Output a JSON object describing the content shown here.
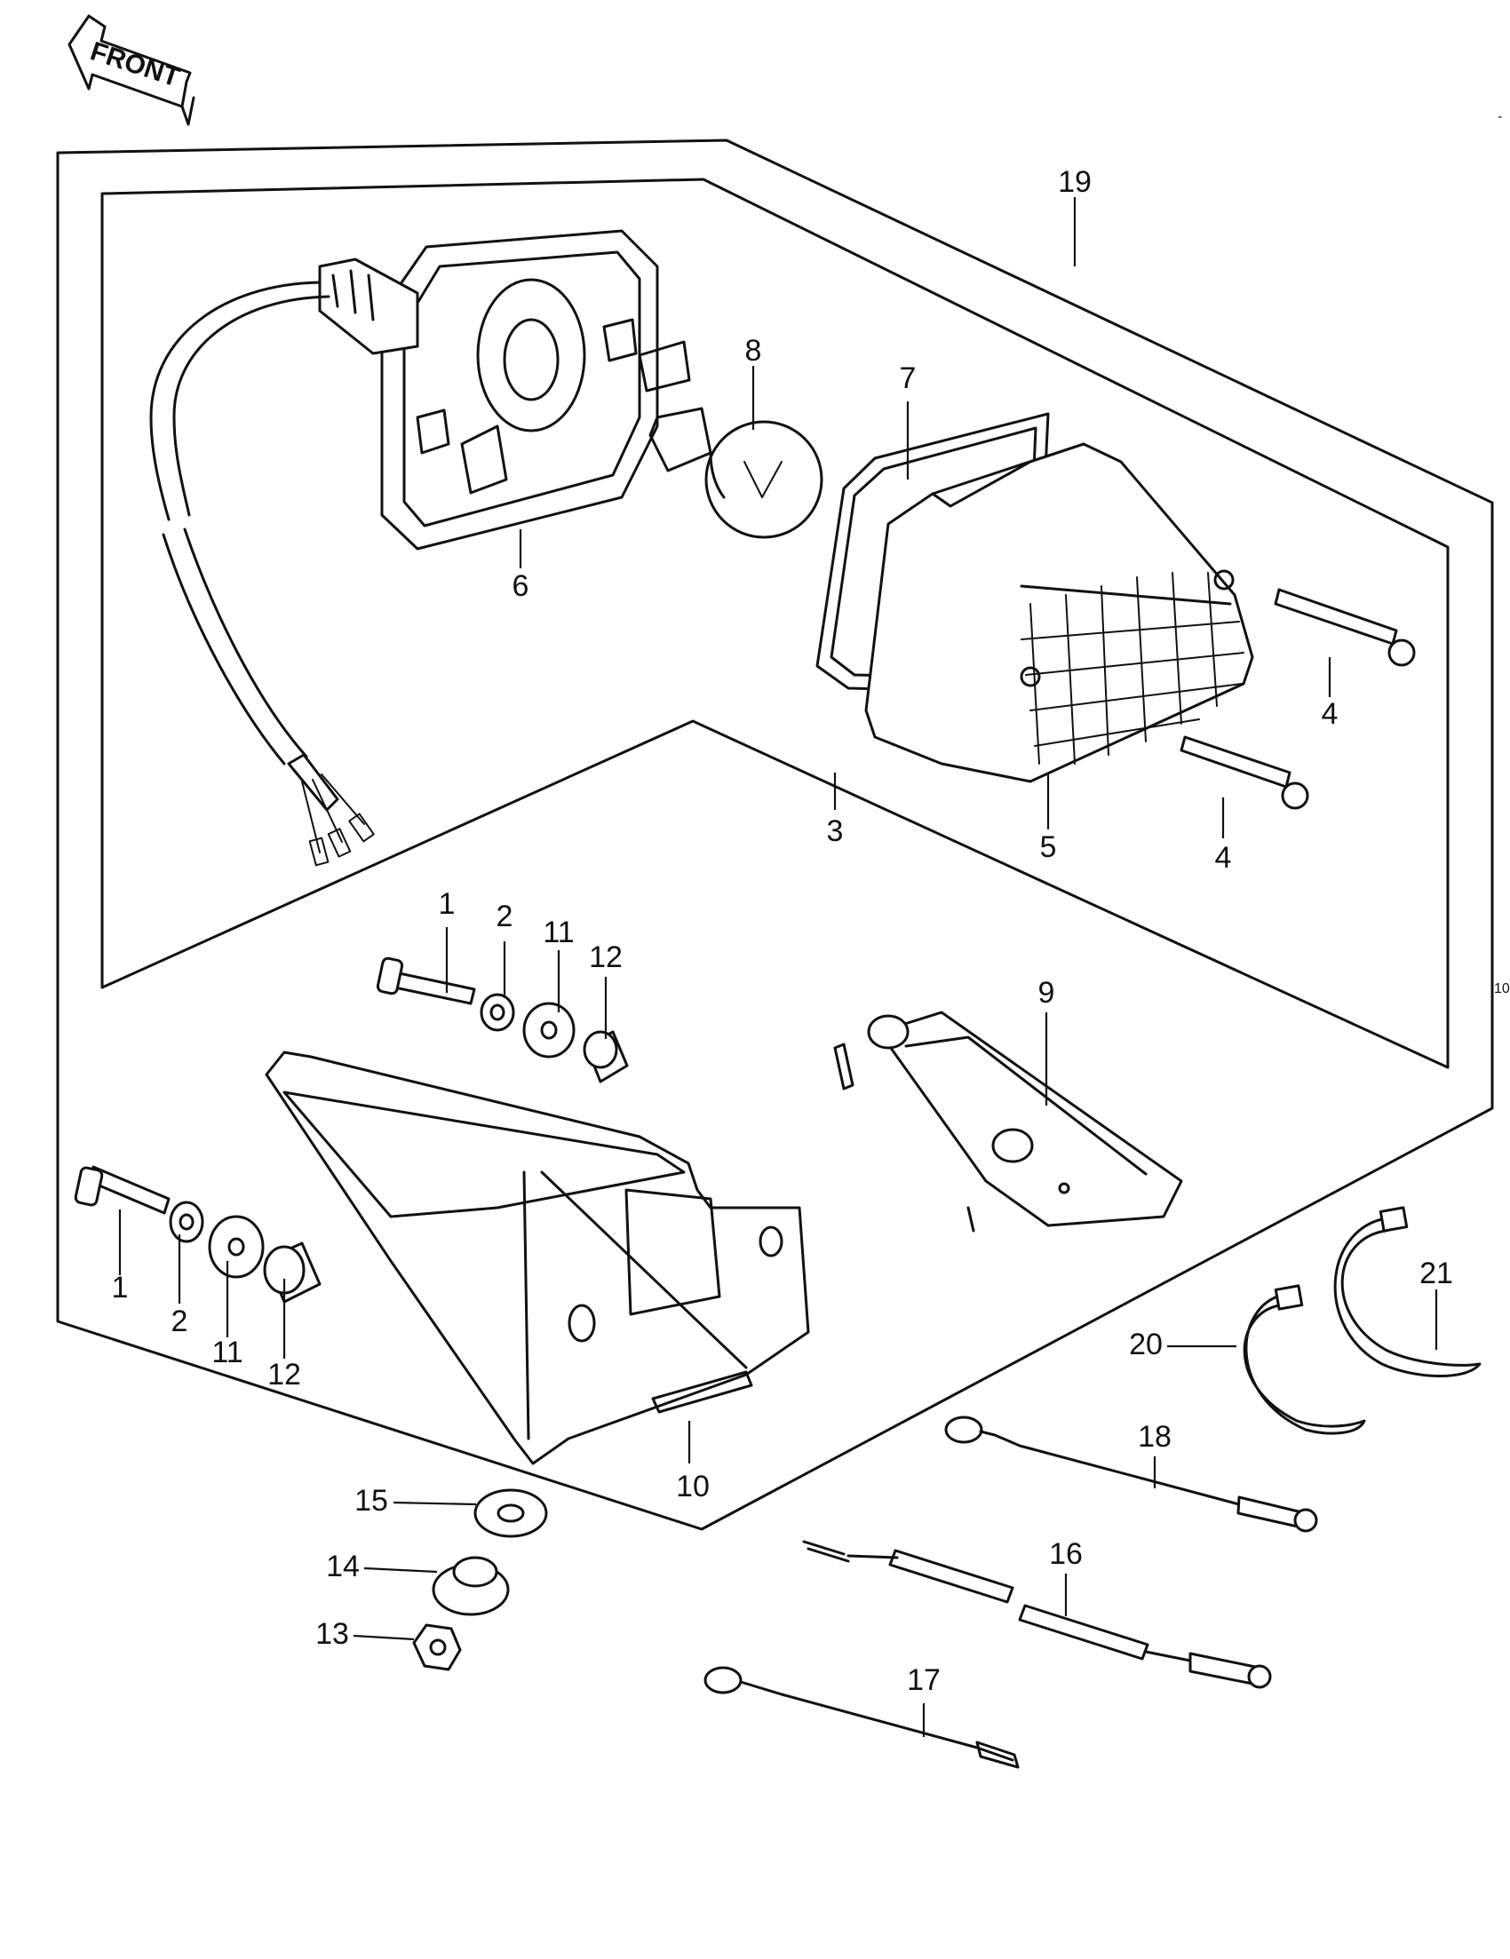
{
  "front_arrow": {
    "label": "FRONT"
  },
  "margin_marks": {
    "top_right": "-",
    "right_edge": "10"
  },
  "callouts": [
    {
      "id": "c19",
      "label": "19"
    },
    {
      "id": "c8",
      "label": "8"
    },
    {
      "id": "c7",
      "label": "7"
    },
    {
      "id": "c6",
      "label": "6"
    },
    {
      "id": "c4a",
      "label": "4"
    },
    {
      "id": "c4b",
      "label": "4"
    },
    {
      "id": "c3",
      "label": "3"
    },
    {
      "id": "c5",
      "label": "5"
    },
    {
      "id": "c1a",
      "label": "1"
    },
    {
      "id": "c2a",
      "label": "2"
    },
    {
      "id": "c11a",
      "label": "11"
    },
    {
      "id": "c12a",
      "label": "12"
    },
    {
      "id": "c9",
      "label": "9"
    },
    {
      "id": "c1b",
      "label": "1"
    },
    {
      "id": "c2b",
      "label": "2"
    },
    {
      "id": "c11b",
      "label": "11"
    },
    {
      "id": "c12b",
      "label": "12"
    },
    {
      "id": "c21",
      "label": "21"
    },
    {
      "id": "c20",
      "label": "20"
    },
    {
      "id": "c18",
      "label": "18"
    },
    {
      "id": "c10",
      "label": "10"
    },
    {
      "id": "c15",
      "label": "15"
    },
    {
      "id": "c16",
      "label": "16"
    },
    {
      "id": "c14",
      "label": "14"
    },
    {
      "id": "c13",
      "label": "13"
    },
    {
      "id": "c17",
      "label": "17"
    }
  ]
}
